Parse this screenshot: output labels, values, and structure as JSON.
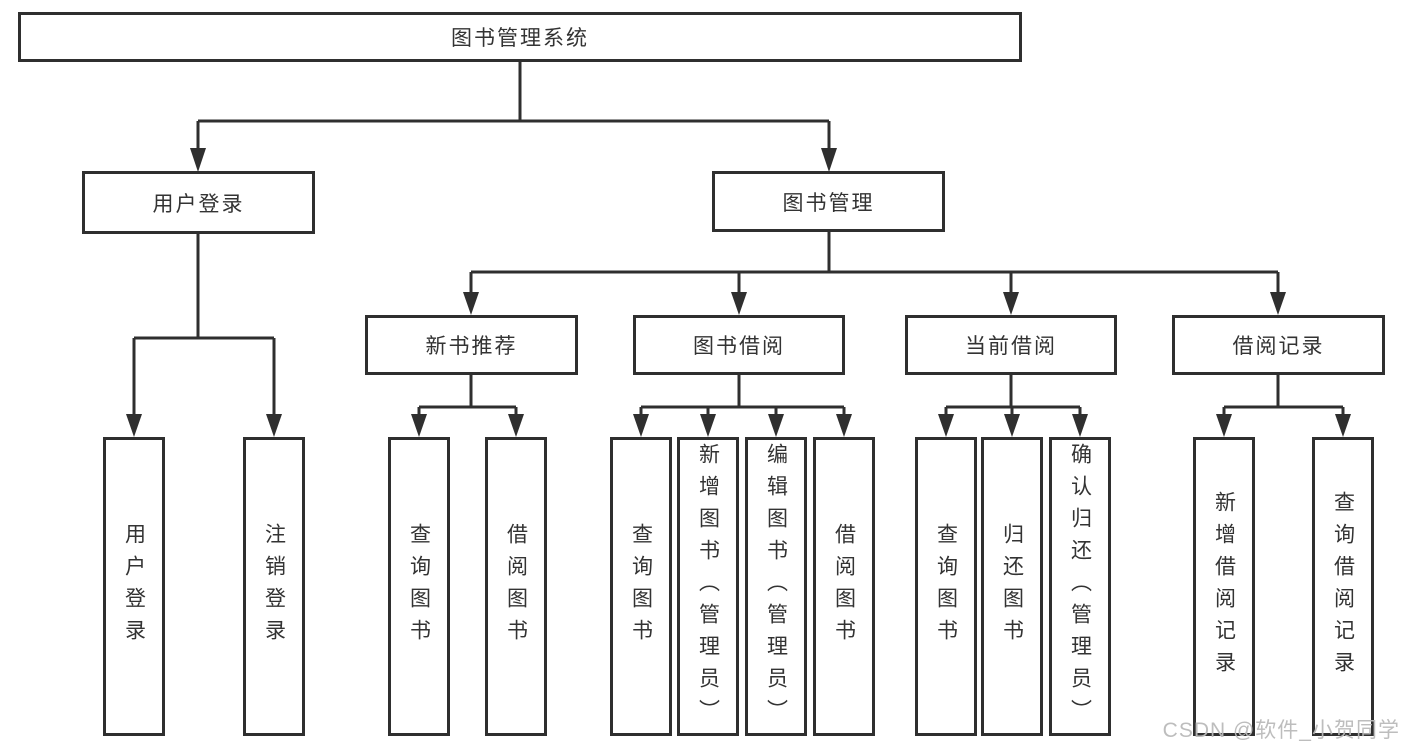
{
  "tree": {
    "root": {
      "label": "图书管理系统"
    },
    "branches": [
      {
        "label": "用户登录",
        "children": [
          {
            "label": "用户登录"
          },
          {
            "label": "注销登录"
          }
        ]
      },
      {
        "label": "图书管理",
        "children": [
          {
            "label": "新书推荐",
            "children": [
              {
                "label": "查询图书"
              },
              {
                "label": "借阅图书"
              }
            ]
          },
          {
            "label": "图书借阅",
            "children": [
              {
                "label": "查询图书"
              },
              {
                "label": "新增图书（管理员）"
              },
              {
                "label": "编辑图书（管理员）"
              },
              {
                "label": "借阅图书"
              }
            ]
          },
          {
            "label": "当前借阅",
            "children": [
              {
                "label": "查询图书"
              },
              {
                "label": "归还图书"
              },
              {
                "label": "确认归还（管理员）"
              }
            ]
          },
          {
            "label": "借阅记录",
            "children": [
              {
                "label": "新增借阅记录"
              },
              {
                "label": "查询借阅记录"
              }
            ]
          }
        ]
      }
    ]
  },
  "watermark": {
    "text": "CSDN @软件_小贺同学"
  },
  "colors": {
    "line": "#2f2f2f",
    "box_border": "#2f2f2f",
    "text": "#333333",
    "watermark": "#b9b9b9",
    "background": "#ffffff"
  }
}
